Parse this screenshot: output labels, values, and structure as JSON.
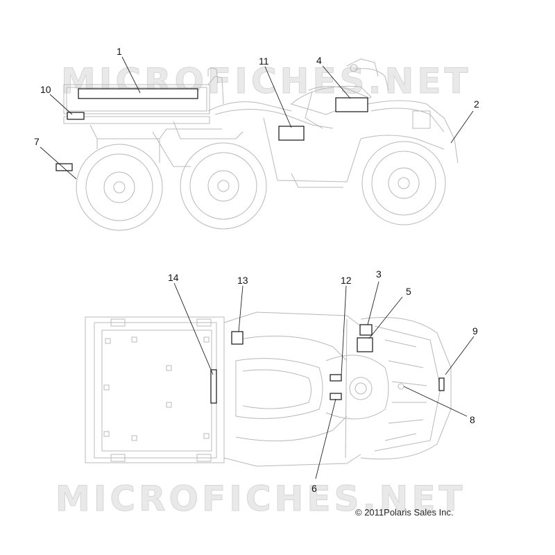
{
  "watermark": {
    "text": "MICROFICHES.NET"
  },
  "copyright": "© 2011Polaris Sales Inc.",
  "callouts": {
    "c1": "1",
    "c2": "2",
    "c3": "3",
    "c4": "4",
    "c5": "5",
    "c6": "6",
    "c7": "7",
    "c8": "8",
    "c9": "9",
    "c10": "10",
    "c11": "11",
    "c12": "12",
    "c13": "13",
    "c14": "14"
  },
  "colors": {
    "line": "#bdbdbd",
    "ink": "#111111",
    "watermark": "#e3e3e3"
  }
}
